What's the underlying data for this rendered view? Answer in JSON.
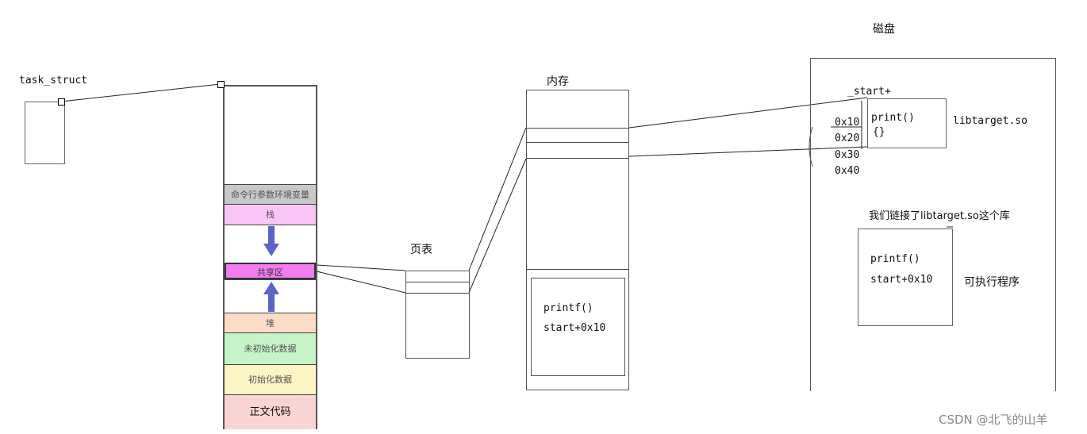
{
  "labels": {
    "task_struct": "task_struct",
    "page_table": "页表",
    "memory": "内存",
    "disk": "磁盘",
    "watermark": "CSDN @北飞的山羊"
  },
  "address_space": {
    "segments": [
      {
        "label": "命令行参数环境变量",
        "color": "#c8c8c8"
      },
      {
        "label": "栈",
        "color": "#f9c4f6"
      },
      {
        "label": "",
        "color": "#ffffff"
      },
      {
        "label": "共享区",
        "color": "#f27cf0"
      },
      {
        "label": "",
        "color": "#ffffff"
      },
      {
        "label": "堆",
        "color": "#fbdcc6"
      },
      {
        "label": "未初始化数据",
        "color": "#c6f3c8"
      },
      {
        "label": "初始化数据",
        "color": "#fbf4c4"
      },
      {
        "label": "正文代码",
        "color": "#f9d4d4"
      }
    ],
    "arrow_color": "#5b63c9"
  },
  "memory_block": {
    "line1": "printf()",
    "line2": "start+0x10"
  },
  "disk": {
    "start_label": "_start+",
    "addresses": [
      "0x10",
      "0x20",
      "0x30",
      "0x40"
    ],
    "lib_content": [
      "print()",
      "{}"
    ],
    "lib_name": "libtarget.so",
    "link_note": "我们链接了libtarget.so这个库",
    "exe_content": [
      "printf()",
      "start+0x10"
    ],
    "exe_label": "可执行程序"
  }
}
